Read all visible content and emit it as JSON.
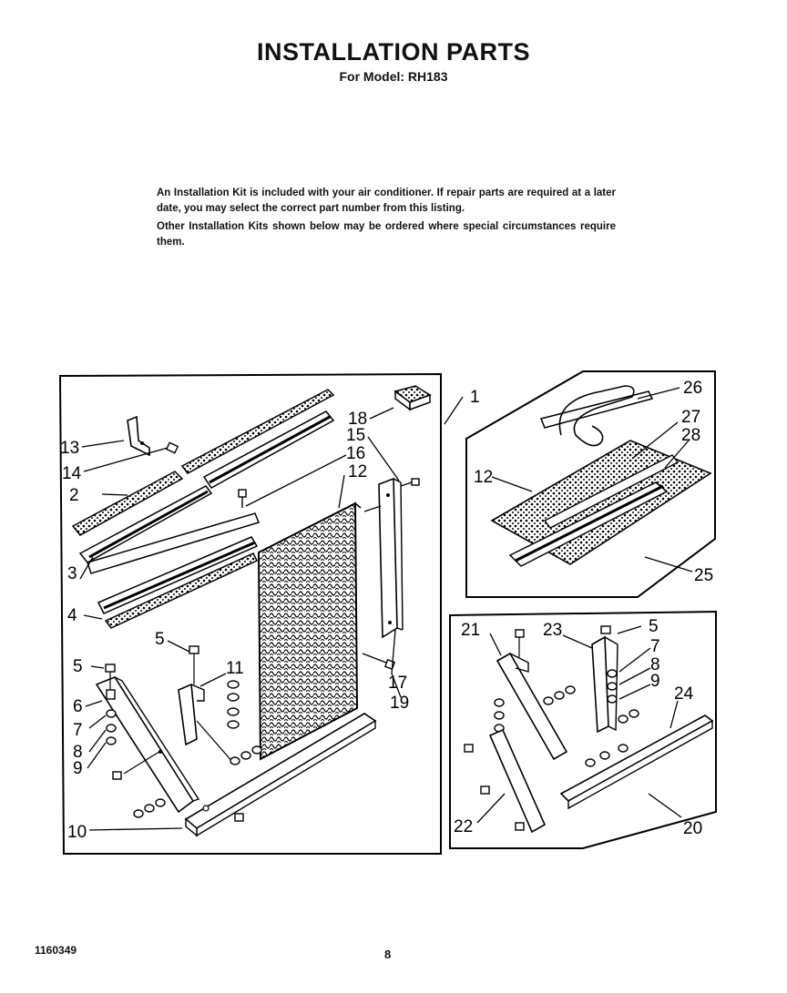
{
  "header": {
    "title": "INSTALLATION PARTS",
    "subtitle": "For Model: RH183"
  },
  "intro": {
    "paragraph1": "An Installation Kit is included with your air conditioner. If repair parts are required at a later date, you may select the correct part number from this listing.",
    "paragraph2": "Other Installation Kits shown below may be ordered where special circumstances require them."
  },
  "diagram": {
    "callouts": [
      "1",
      "2",
      "3",
      "4",
      "5",
      "6",
      "7",
      "8",
      "9",
      "10",
      "11",
      "12",
      "13",
      "14",
      "15",
      "16",
      "17",
      "18",
      "19",
      "20",
      "21",
      "22",
      "23",
      "24",
      "25",
      "26",
      "27",
      "28"
    ]
  },
  "footer": {
    "doc_number": "1160349",
    "page_number": "8"
  }
}
